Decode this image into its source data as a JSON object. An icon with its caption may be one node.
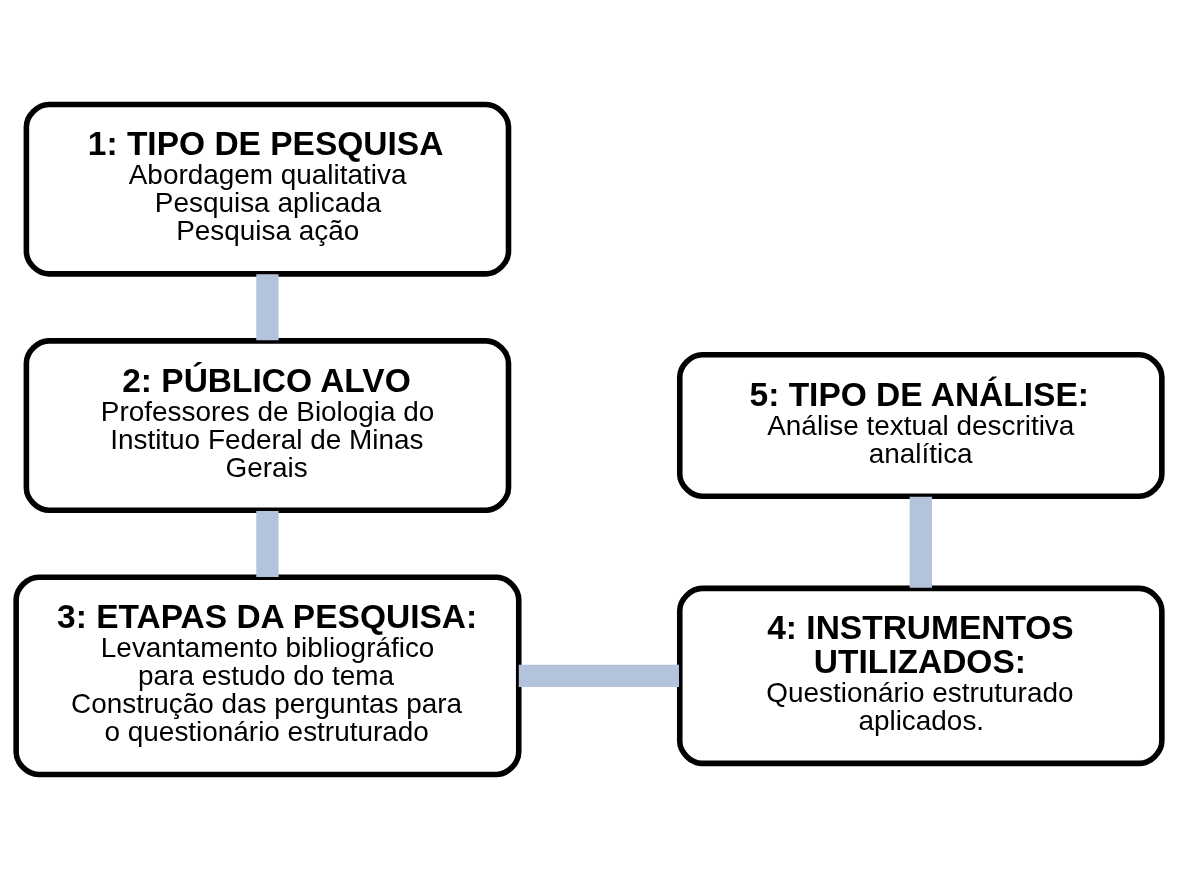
{
  "diagram": {
    "nodes": [
      {
        "text": [
          "1: TIPO DE PESQUISA",
          "Abordagem qualitativa",
          "Pesquisa aplicada",
          "Pesquisa ação"
        ]
      },
      {
        "text": [
          "2: PÚBLICO ALVO",
          "Professores de Biologia do Instituo Federal de Minas Gerais"
        ]
      },
      {
        "text": [
          "3: ETAPAS DA PESQUISA:",
          "Levantamento bibliográfico para estudo do tema",
          "Construção das perguntas para o questionário estruturado"
        ]
      },
      {
        "text": [
          "4: INSTRUMENTOS UTILIZADOS:",
          "Questionário estruturado aplicados."
        ]
      },
      {
        "text": [
          "5: TIPO DE ANÁLISE:",
          "Análise textual descritiva analítica"
        ]
      }
    ],
    "edges": [
      {
        "from": 0,
        "to": 1,
        "arrow": "none"
      },
      {
        "from": 1,
        "to": 2,
        "arrow": "none"
      },
      {
        "from": 2,
        "to": 3,
        "arrow": "none"
      },
      {
        "from": 3,
        "to": 4,
        "arrow": "none"
      }
    ]
  }
}
